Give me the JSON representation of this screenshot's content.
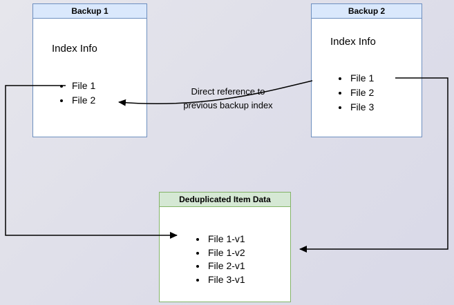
{
  "colors": {
    "blue_fill": "#dae8fc",
    "blue_border": "#6c8ebf",
    "green_fill": "#d5e8d4",
    "green_border": "#82b366",
    "arrow_color": "#000000"
  },
  "backup1": {
    "title": "Backup 1",
    "subtitle": "Index Info",
    "files": [
      "File 1",
      "File 2"
    ]
  },
  "backup2": {
    "title": "Backup 2",
    "subtitle": "Index Info",
    "files": [
      "File 1",
      "File 2",
      "File 3"
    ]
  },
  "dedup": {
    "title": "Deduplicated Item Data",
    "files": [
      "File 1-v1",
      "File 1-v2",
      "File 2-v1",
      "File 3-v1"
    ]
  },
  "annotation": {
    "label": "Direct reference to\nprevious backup index"
  }
}
